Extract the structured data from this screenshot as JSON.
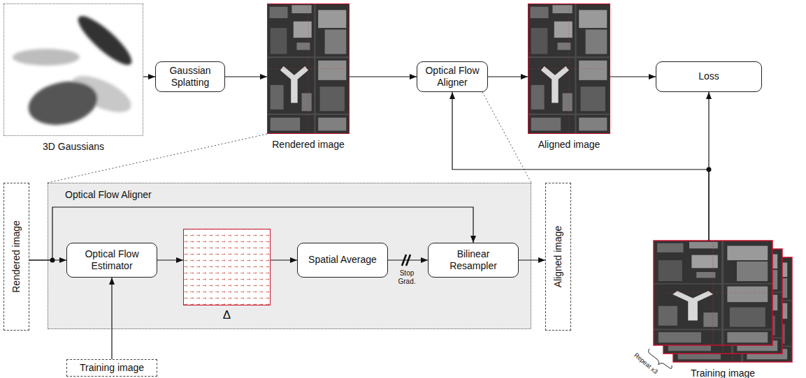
{
  "diagram": {
    "nodes": [
      {
        "text": [
          "3D Gaussians"
        ]
      },
      {
        "text": [
          "Gaussian Splatting"
        ]
      },
      {
        "text": [
          "Rendered image"
        ]
      },
      {
        "text": [
          "Optical Flow Aligner"
        ]
      },
      {
        "text": [
          "Aligned image"
        ]
      },
      {
        "text": [
          "Loss"
        ]
      },
      {
        "text": [
          "Optical Flow Aligner"
        ]
      },
      {
        "text": [
          "Rendered image"
        ]
      },
      {
        "text": [
          "Optical Flow Estimator"
        ],
        "in": 6
      },
      {
        "text": [
          "Δ"
        ],
        "in": 6
      },
      {
        "text": [
          "Spatial Average"
        ],
        "in": 6
      },
      {
        "text": [
          "Bilinear Resampler"
        ],
        "in": 6
      },
      {
        "text": [
          "Aligned image"
        ]
      },
      {
        "text": [
          "Training image"
        ]
      },
      {
        "text": [
          "Training image"
        ]
      }
    ],
    "edges": [
      {
        "from": 0,
        "to": 1,
        "arrow": "to"
      },
      {
        "from": 1,
        "to": 2,
        "arrow": "to"
      },
      {
        "from": 2,
        "to": 3,
        "arrow": "to"
      },
      {
        "from": 3,
        "to": 4,
        "arrow": "to"
      },
      {
        "from": 4,
        "to": 5,
        "arrow": "to"
      },
      {
        "from": 14,
        "to": 5,
        "arrow": "to"
      },
      {
        "from": 14,
        "to": 3,
        "arrow": "to"
      },
      {
        "from": 7,
        "to": 8,
        "arrow": "to"
      },
      {
        "from": 7,
        "to": 11,
        "arrow": "to"
      },
      {
        "from": 13,
        "to": 8,
        "arrow": "to"
      },
      {
        "from": 8,
        "to": 9,
        "arrow": "to"
      },
      {
        "from": 9,
        "to": 10,
        "arrow": "to"
      },
      {
        "from": 10,
        "to": 11,
        "arrow": "to"
      },
      {
        "from": 11,
        "to": 12,
        "arrow": "to"
      }
    ],
    "labels": [
      "Stop Grad.",
      "Repeat x3"
    ]
  }
}
